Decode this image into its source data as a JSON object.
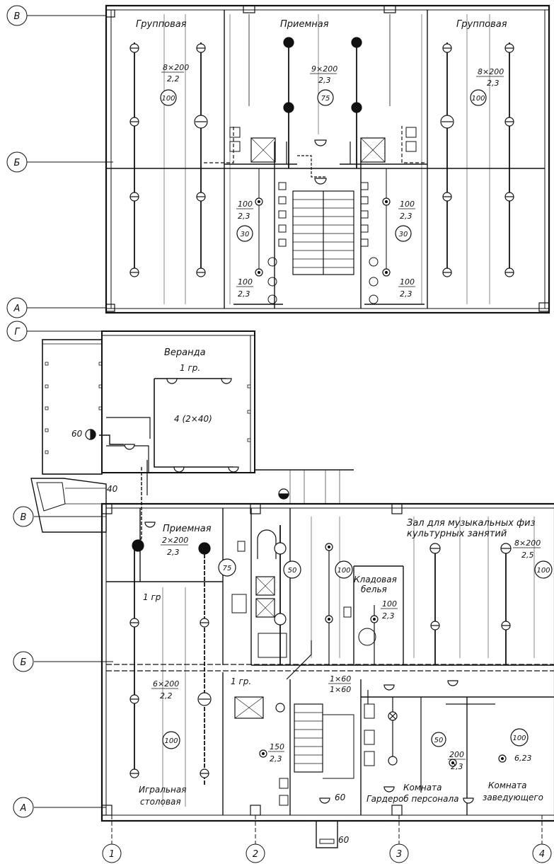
{
  "axes": {
    "rows_top": [
      "В",
      "Б",
      "А"
    ],
    "rows_bottom": [
      "Г",
      "В",
      "Б",
      "А"
    ],
    "cols": [
      "1",
      "2",
      "3",
      "4"
    ]
  },
  "rooms": {
    "group_left": "Групповая",
    "reception_top": "Приемная",
    "group_right": "Групповая",
    "veranda": "Веранда",
    "reception_bottom": "Приемная",
    "music_hall_1": "Зал для музыкальных физ",
    "music_hall_2": "культурных занятий",
    "linen_store_1": "Кладовая",
    "linen_store_2": "белья",
    "play_dining_1": "Игральная",
    "play_dining_2": "столовая",
    "staff_room_1": "Комната",
    "staff_room_2": "Гардероб персонала",
    "head_room_1": "Комната",
    "head_room_2": "заведующего"
  },
  "annotations": {
    "a1_num": "8×200",
    "a1_den": "2,2",
    "a1_circle": "100",
    "a2_num": "9×200",
    "a2_den": "2,3",
    "a2_circle": "75",
    "a3_num": "8×200",
    "a3_den": "2,3",
    "a3_circle": "100",
    "a4_num": "100",
    "a4_den": "2,3",
    "a4_circle": "30",
    "a5_num": "100",
    "a5_den": "2,3",
    "a5_circle": "30",
    "a6_num": "100",
    "a6_den": "2,3",
    "a7_num": "100",
    "a7_den": "2,3",
    "veranda_group": "1 гр.",
    "veranda_lamps": "4 (2×40)",
    "lamp_60_left": "60",
    "lamp_40": "40",
    "b1_num": "2×200",
    "b1_den": "2,3",
    "b1_circle": "75",
    "b2_circle": "50",
    "b3_circle": "100",
    "b4_num": "100",
    "b4_den": "2,3",
    "b5_num": "8×200",
    "b5_den": "2,5",
    "b5_circle": "100",
    "gr1_left": "1 гр",
    "gr1_mid": "1 гр.",
    "b6_num": "6×200",
    "b6_den": "2,2",
    "b6_circle": "100",
    "b7_num": "1×60",
    "b7_den": "1×60",
    "b8_num": "150",
    "b8_den": "2,3",
    "b9_circle": "50",
    "b9_num": "200",
    "b9_den": "2,3",
    "b10_circle": "100",
    "b10_num": "6,23",
    "lamp_60_stair": "60",
    "lamp_60_entry": "60"
  }
}
